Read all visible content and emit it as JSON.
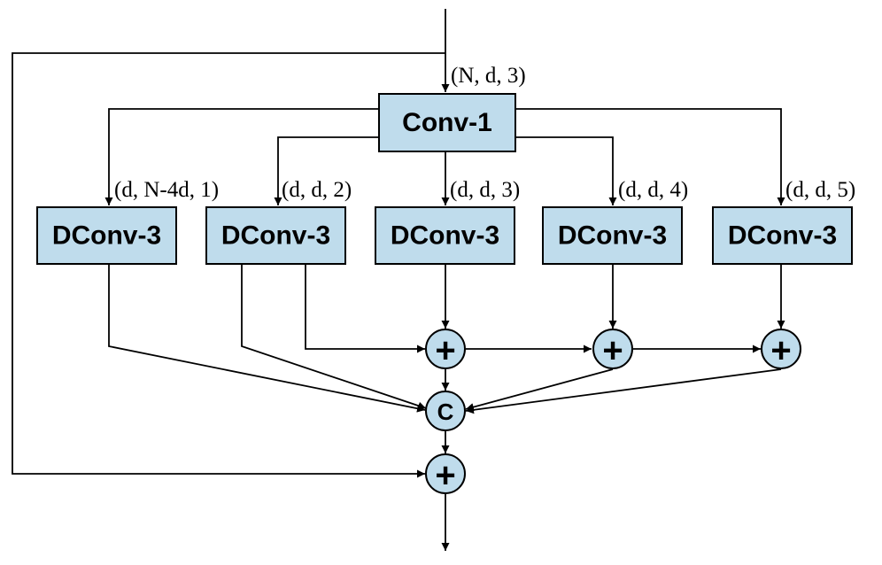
{
  "conv1": {
    "label": "Conv-1",
    "input_shape": "(N, d, 3)"
  },
  "dconv_blocks": [
    {
      "label": "DConv-3",
      "shape": "(d, N-4d, 1)"
    },
    {
      "label": "DConv-3",
      "shape": "(d, d, 2)"
    },
    {
      "label": "DConv-3",
      "shape": "(d, d, 3)"
    },
    {
      "label": "DConv-3",
      "shape": "(d, d, 4)"
    },
    {
      "label": "DConv-3",
      "shape": "(d, d, 5)"
    }
  ],
  "add_symbol": "+",
  "concat_symbol": "C",
  "colors": {
    "box_fill": "#bfdcec",
    "stroke": "#000000"
  }
}
